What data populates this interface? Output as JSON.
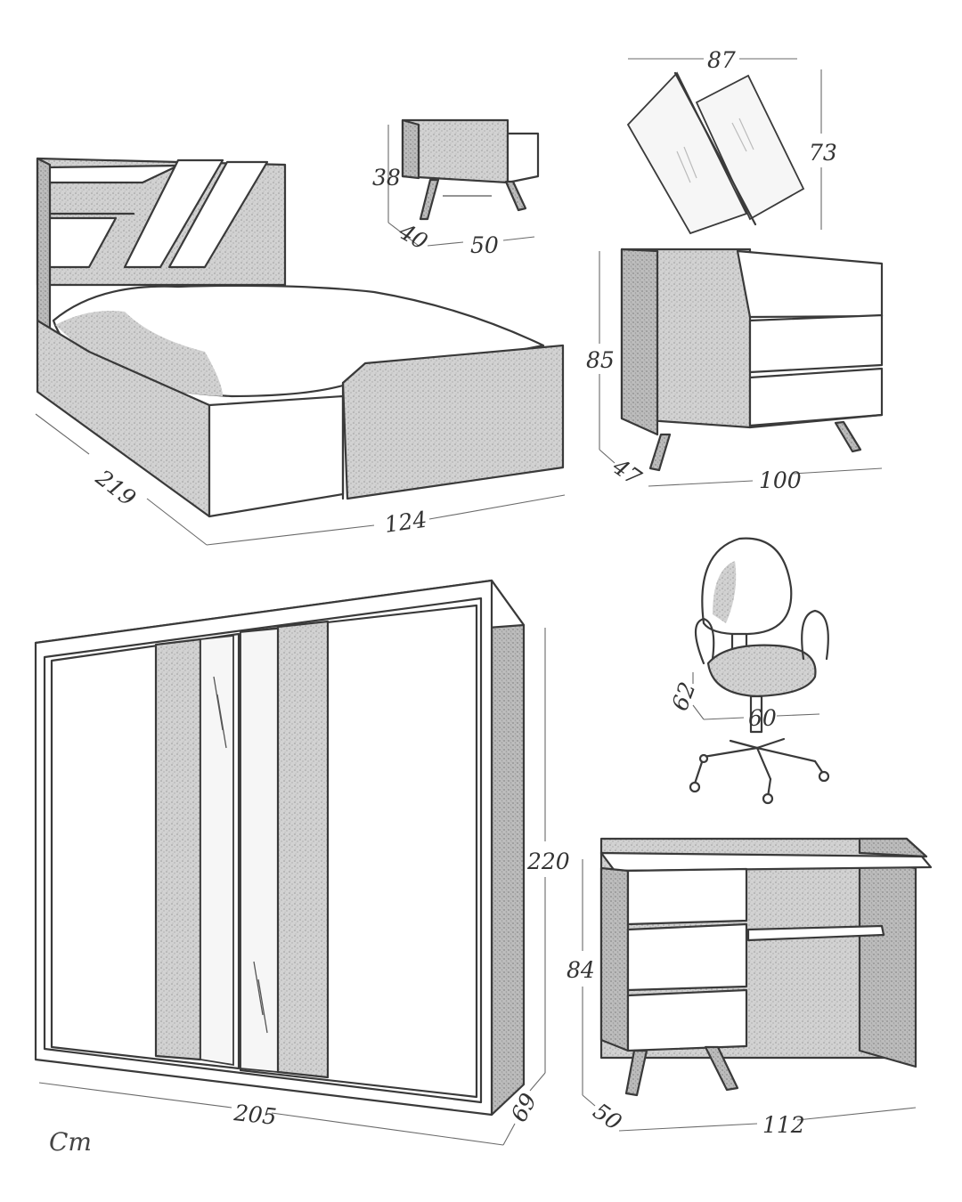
{
  "dimensions": {
    "bed_length": "219",
    "bed_width": "124",
    "nightstand_height": "38",
    "nightstand_depth": "40",
    "nightstand_width": "50",
    "mirror_width": "87",
    "mirror_height": "73",
    "dresser_height": "85",
    "dresser_depth": "47",
    "dresser_width": "100",
    "chair_depth": "62",
    "chair_width": "60",
    "wardrobe_height": "220",
    "wardrobe_width": "205",
    "wardrobe_depth": "69",
    "desk_height": "84",
    "desk_depth": "50",
    "desk_width": "112"
  },
  "signature": "Cm",
  "colors": {
    "line": "#3a3a3a",
    "wood_texture": "#bdbdbd",
    "background": "#ffffff"
  }
}
